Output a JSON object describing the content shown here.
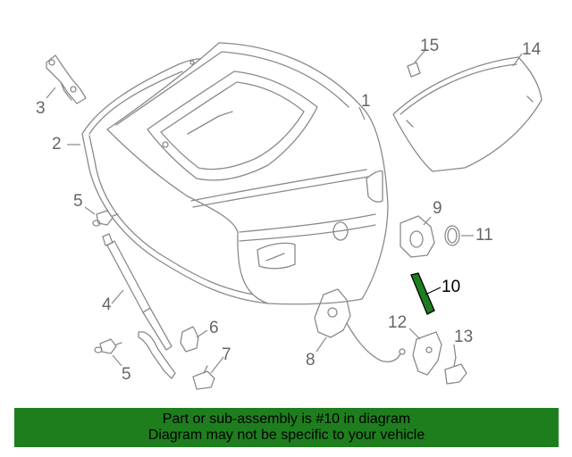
{
  "diagram": {
    "highlight_color": "#1e7e1e",
    "callouts": [
      {
        "id": "1",
        "label": "1"
      },
      {
        "id": "2",
        "label": "2"
      },
      {
        "id": "3",
        "label": "3"
      },
      {
        "id": "4",
        "label": "4"
      },
      {
        "id": "5a",
        "label": "5"
      },
      {
        "id": "5b",
        "label": "5"
      },
      {
        "id": "6",
        "label": "6"
      },
      {
        "id": "7",
        "label": "7"
      },
      {
        "id": "8",
        "label": "8"
      },
      {
        "id": "9",
        "label": "9"
      },
      {
        "id": "10",
        "label": "10"
      },
      {
        "id": "11",
        "label": "11"
      },
      {
        "id": "12",
        "label": "12"
      },
      {
        "id": "13",
        "label": "13"
      },
      {
        "id": "14",
        "label": "14"
      },
      {
        "id": "15",
        "label": "15"
      }
    ]
  },
  "banner": {
    "line1": "Part or sub-assembly is #10 in diagram",
    "line2": "Diagram may not be specific to your vehicle",
    "background": "#1e7e1e"
  }
}
